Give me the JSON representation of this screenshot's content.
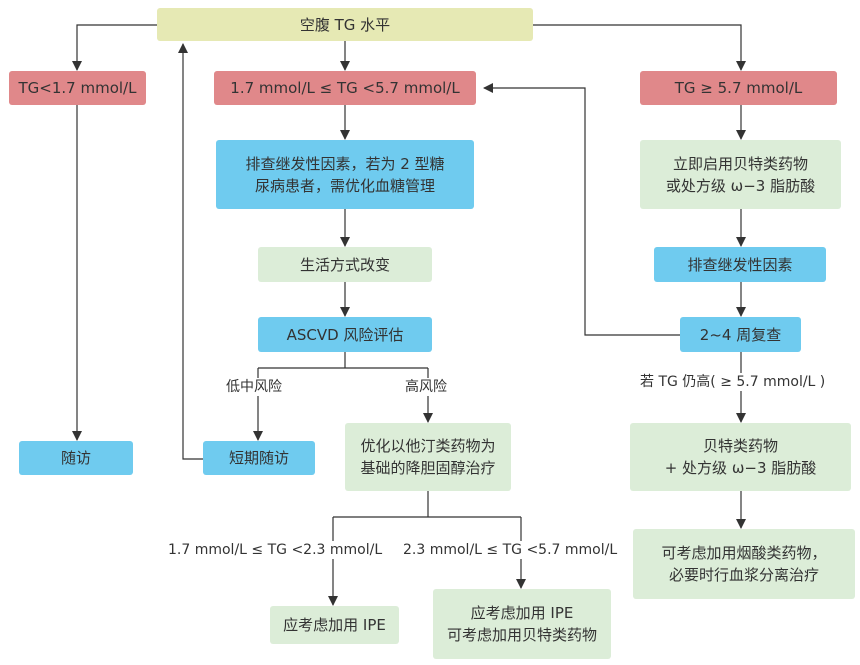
{
  "colors": {
    "top": "#e6e9b4",
    "range": "#e0888a",
    "action": "#6fcbef",
    "advice": "#dcedd8",
    "line": "#333333"
  },
  "nodes": {
    "fasting_tg": "空腹 TG 水平",
    "tg_low": "TG<1.7 mmol/L",
    "tg_mid": "1.7 mmol/L ≤ TG <5.7 mmol/L",
    "tg_high": "TG ≥ 5.7 mmol/L",
    "screen_secondary_diabetes": "排查继发性因素，若为 2 型糖\n尿病患者，需优化血糖管理",
    "lifestyle": "生活方式改变",
    "ascvd": "ASCVD 风险评估",
    "follow_up": "随访",
    "short_follow_up": "短期随访",
    "statin": "优化以他汀类药物为\n基础的降胆固醇治疗",
    "ipe": "应考虑加用 IPE",
    "ipe_fibrate": "应考虑加用 IPE\n可考虑加用贝特类药物",
    "fibrate_start": "立即启用贝特类药物\n或处方级 ω−3 脂肪酸",
    "screen_secondary": "排查继发性因素",
    "recheck": "2~4 周复查",
    "fibrate_omega": "贝特类药物\n+ 处方级 ω−3 脂肪酸",
    "niacin": "可考虑加用烟酸类药物，\n必要时行血浆分离治疗"
  },
  "labels": {
    "low_mid_risk": "低中风险",
    "high_risk": "高风险",
    "tg_range_a": "1.7 mmol/L ≤ TG <2.3 mmol/L",
    "tg_range_b": "2.3 mmol/L ≤ TG <5.7 mmol/L",
    "still_high": "若 TG 仍高( ≥ 5.7 mmol/L )"
  }
}
